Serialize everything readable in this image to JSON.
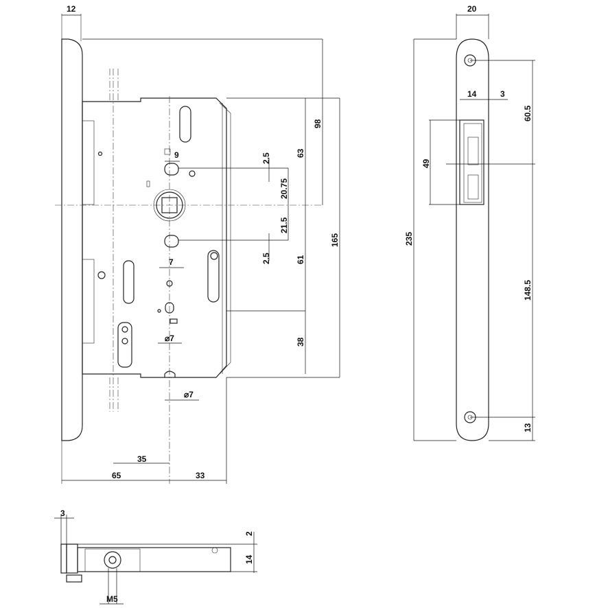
{
  "drawing": {
    "front_view": {
      "faceplate_width": "12",
      "backset": "65",
      "case_right": "33",
      "spindle_to_bolt": "35",
      "handle_to_top": "98",
      "case_height": "165",
      "top_to_spindle": "63",
      "offset_top": "2.5",
      "spindle_to_hole_top": "20.75",
      "spindle_to_hole_bottom": "21.5",
      "offset_bottom": "2.5",
      "spindle_to_cylinder": "61",
      "cylinder_to_bottom": "38",
      "square": "9",
      "hole_width": "7",
      "hole_dia_1": "⌀7",
      "hole_dia_2": "⌀7"
    },
    "strike_view": {
      "width": "20",
      "latch_width": "14",
      "latch_offset": "3",
      "length": "235",
      "latch_height": "49",
      "top_to_latch": "60.5",
      "latch_to_bottom_hole": "148.5",
      "bottom_hole": "13"
    },
    "bottom_view": {
      "plate": "3",
      "gap": "2",
      "depth": "14",
      "thread": "M5"
    }
  }
}
